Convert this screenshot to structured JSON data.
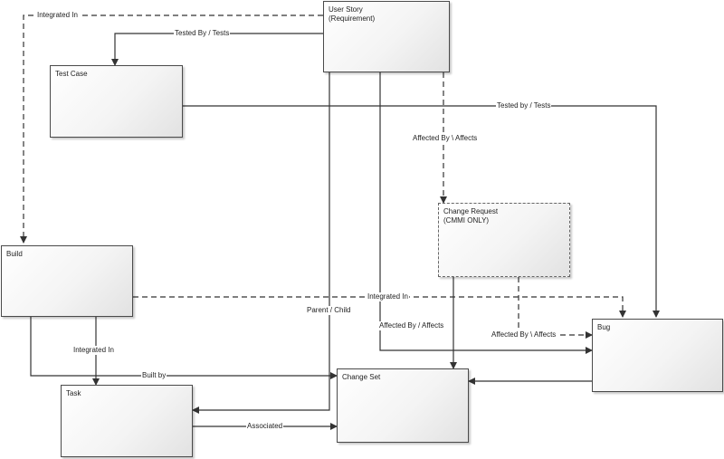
{
  "nodes": {
    "user_story": {
      "line1": "User Story",
      "line2": "(Requirement)"
    },
    "test_case": {
      "line1": "Test Case"
    },
    "change_request": {
      "line1": "Change Request",
      "line2": "(CMMI ONLY)"
    },
    "build": {
      "line1": "Build"
    },
    "bug": {
      "line1": "Bug"
    },
    "task": {
      "line1": "Task"
    },
    "change_set": {
      "line1": "Change Set"
    }
  },
  "links": {
    "integrated_in_top": "Integrated In",
    "tested_by_tests_left": "Tested By / Tests",
    "tested_by_tests_right": "Tested by / Tests",
    "affected_by_affects_mid": "Affected By \\ Affects",
    "integrated_in_middle": "Integrated In",
    "parent_child": "Parent / Child",
    "affected_by_affects_cs": "Affected By / Affects",
    "affected_by_affects_bug": "Affected By \\ Affects",
    "integrated_in_build": "Integrated In",
    "built_by": "Built by",
    "associated": "Associated"
  }
}
